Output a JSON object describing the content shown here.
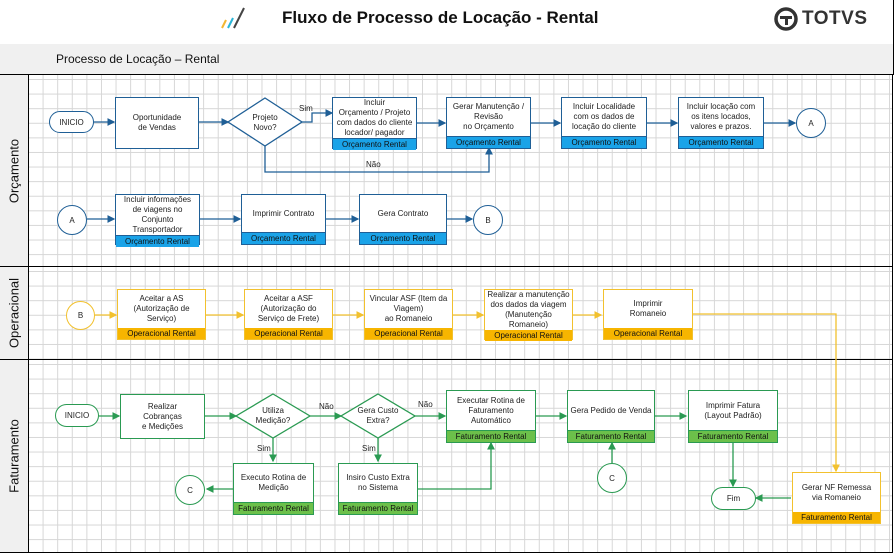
{
  "header": {
    "title": "Fluxo de Processo de Locação - Rental",
    "brand": "TOTVS"
  },
  "subheader": "Processo de Locação – Rental",
  "lanes": [
    {
      "label": "Orçamento"
    },
    {
      "label": "Operacional"
    },
    {
      "label": "Faturamento"
    }
  ],
  "colors": {
    "orcamento": "#1aa3e8",
    "operacional": "#f7b500",
    "faturamento": "#6cc04a",
    "blue_line": "#1f5f96",
    "yellow_line": "#f2c12e",
    "green_line": "#2a9a52"
  },
  "orcamento": {
    "inicio": "INICIO",
    "oportunidade": "Oportunidade\nde Vendas",
    "decisao": "Projeto\nNovo?",
    "sim": "Sim",
    "nao": "Não",
    "incluir_orc": "Incluir\nOrçamento / Projeto\ncom dados do cliente\nlocador/ pagador",
    "gerar_manut": "Gerar Manutenção /\nRevisão\nno Orçamento",
    "incluir_local": "Incluir Localidade\ncom os dados de\nlocação do cliente",
    "incluir_locacao": "Incluir locação com\nos itens locados,\nvalores e prazos.",
    "conn_a_out": "A",
    "conn_a_in": "A",
    "incluir_info": "Incluir informações\nde viagens no\nConjunto\nTransportador",
    "imprimir_contrato": "Imprimir Contrato",
    "gera_contrato": "Gera Contrato",
    "conn_b_out": "B",
    "tag": "Orçamento Rental"
  },
  "operacional": {
    "conn_b_in": "B",
    "aceitar_as": "Aceitar a AS\n(Autorização de\nServiço)",
    "aceitar_asf": "Aceitar a ASF\n(Autorização do\nServiço de Frete)",
    "vincular_asf": "Vincular ASF (Item da\nViagem)\nao Romaneio",
    "realizar_manut": "Realizar a manutenção\ndos dados da viagem\n(Manutenção\nRomaneio)",
    "imprimir_romaneio": "Imprimir\nRomaneio",
    "tag": "Operacional Rental"
  },
  "faturamento": {
    "inicio": "INICIO",
    "realizar_cobrancas": "Realizar\nCobranças\ne Medições",
    "utiliza_medicao": "Utiliza\nMedição?",
    "gera_custo": "Gera Custo\nExtra?",
    "nao1": "Não",
    "nao2": "Não",
    "sim1": "Sim",
    "sim2": "Sim",
    "executar_rotina": "Executar Rotina de\nFaturamento\nAutomático",
    "gera_pedido": "Gera Pedido de Venda",
    "imprimir_fatura": "Imprimir Fatura\n(Layout Padrão)",
    "executo_medicao": "Executo Rotina de\nMedição",
    "insiro_custo": "Insiro Custo Extra\nno Sistema",
    "conn_c1": "C",
    "conn_c2": "C",
    "fim": "Fim",
    "gerar_nf": "Gerar NF Remessa\nvia Romaneio",
    "tag": "Faturamento Rental"
  }
}
